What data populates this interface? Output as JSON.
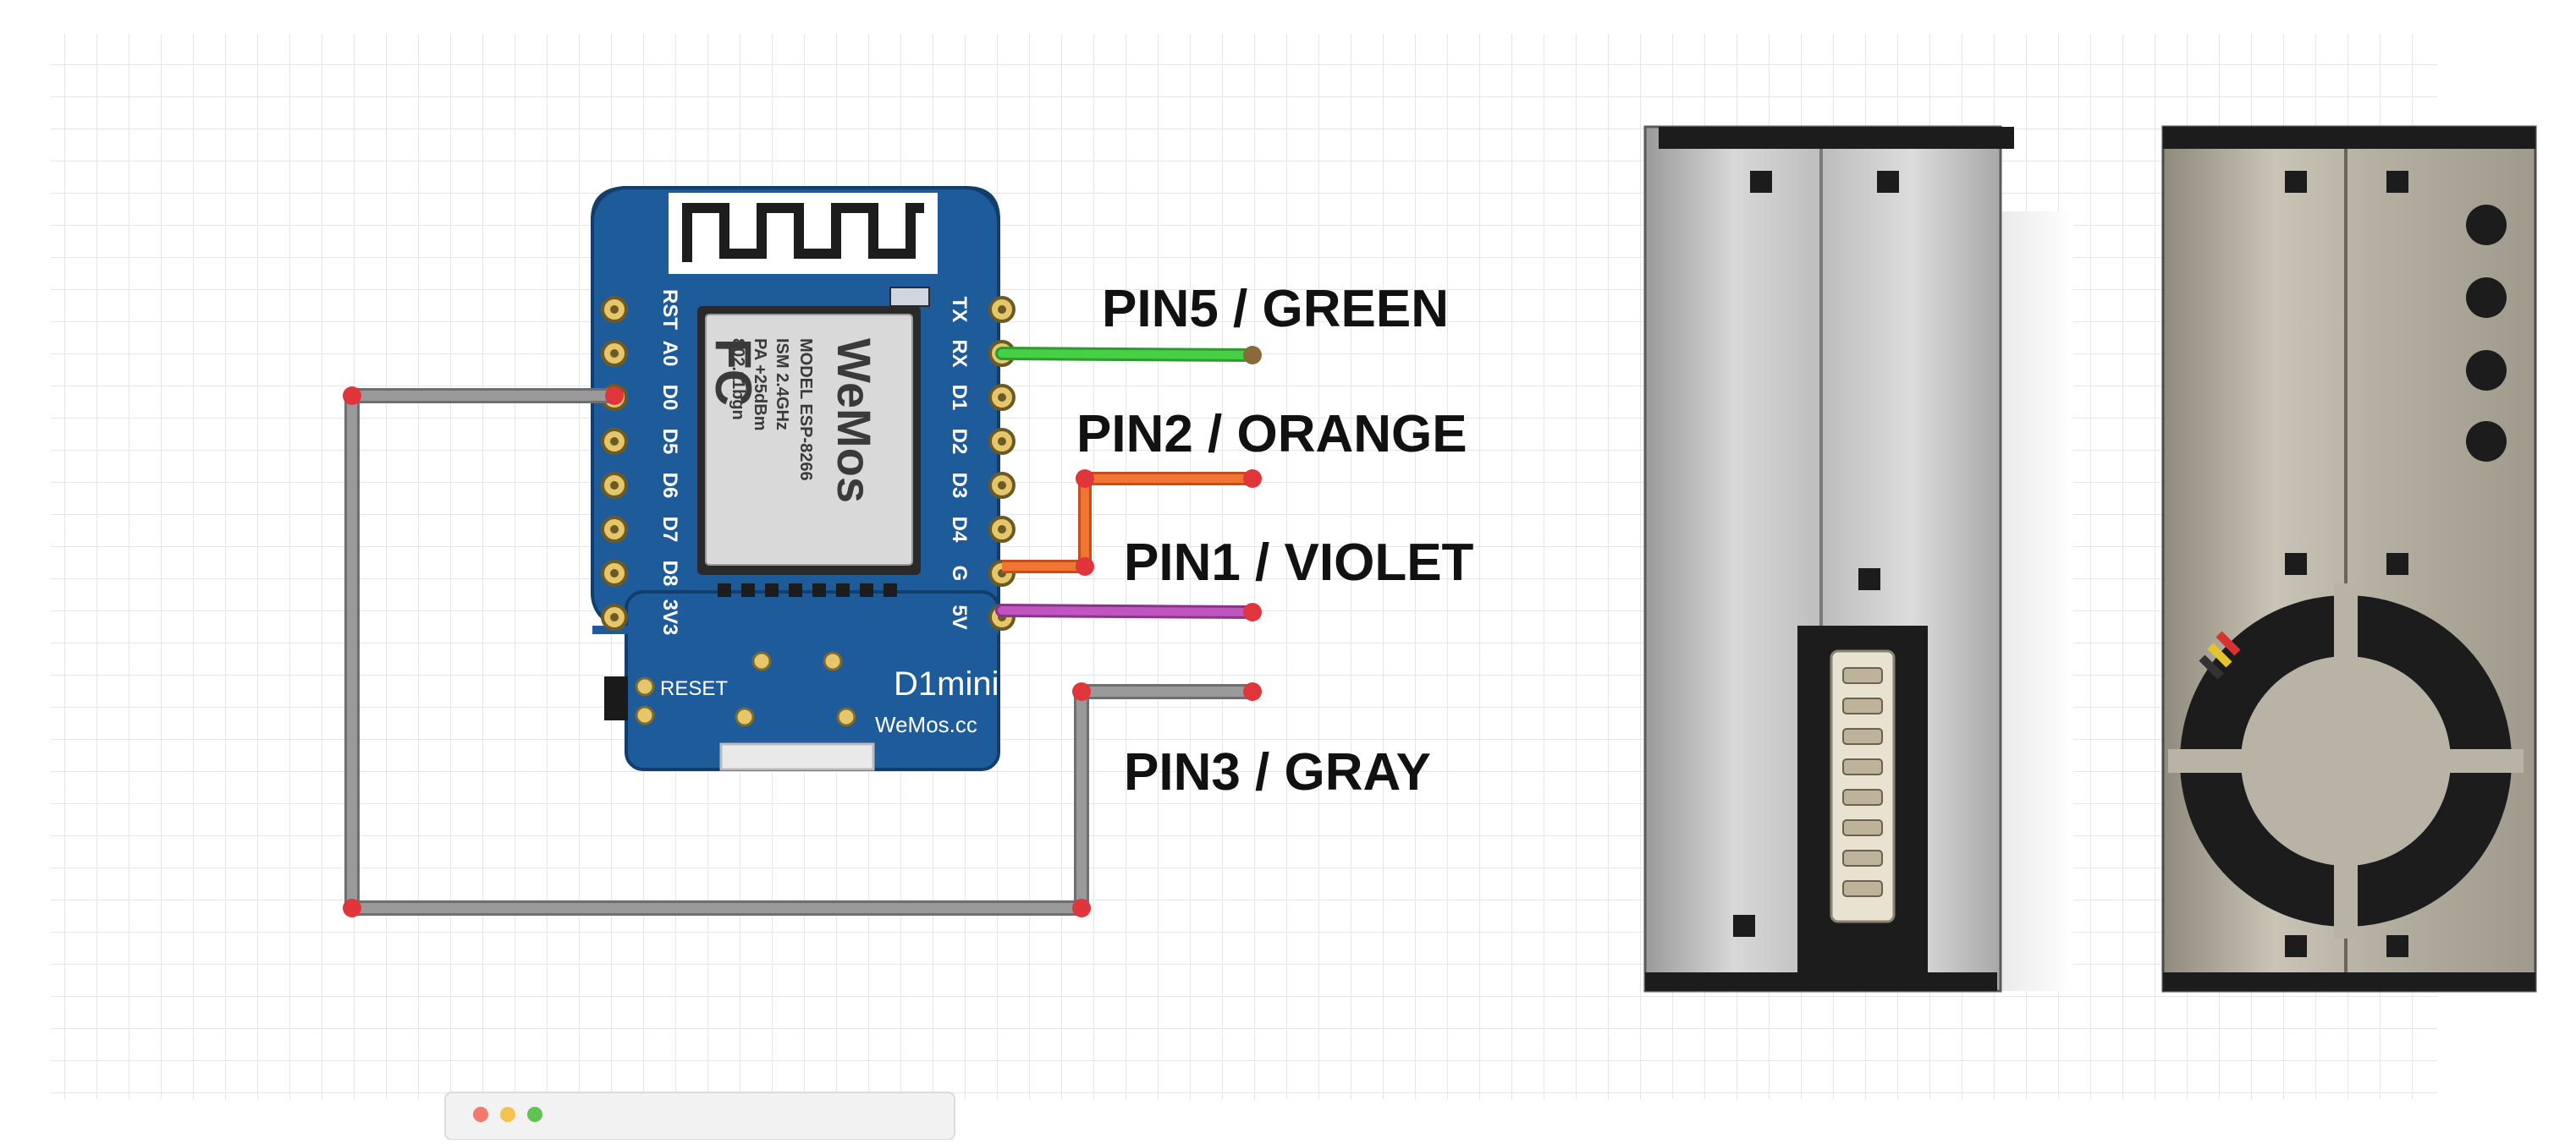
{
  "board": {
    "left_pins": [
      "RST",
      "A0",
      "D0",
      "D5",
      "D6",
      "D7",
      "D8",
      "3V3"
    ],
    "right_pins": [
      "TX",
      "RX",
      "D1",
      "D2",
      "D3",
      "D4",
      "G",
      "5V"
    ],
    "reset_label": "RESET",
    "model_label": "D1mini",
    "brand_label": "WeMos.cc",
    "module_brand": "WeMos",
    "module_lines": [
      "MODEL ESP-8266",
      "ISM 2.4GHz",
      "PA +25dBm",
      "802.11bgn"
    ],
    "fcc_mark": "FC"
  },
  "wires": {
    "green_label": "PIN5 / GREEN",
    "orange_label": "PIN2 / ORANGE",
    "violet_label": "PIN1 / VIOLET",
    "gray_label": "PIN3 / GRAY"
  },
  "colors": {
    "pcb_blue": "#1d5b9a",
    "wire_green": "#3ec43e",
    "wire_orange": "#e8692a",
    "wire_violet": "#b04cb0",
    "wire_gray": "#8a8a8a",
    "wire_end_red": "#e0353a",
    "grid": "#e6e6e6"
  }
}
